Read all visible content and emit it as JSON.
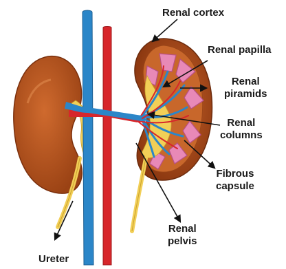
{
  "labels": {
    "renal_cortex": "Renal cortex",
    "renal_papilla": "Renal papilla",
    "renal_pyramids": [
      "Renal",
      "piramids"
    ],
    "renal_columns": [
      "Renal",
      "columns"
    ],
    "fibrous_capsule": [
      "Fibrous",
      "capsule"
    ],
    "renal_pelvis": [
      "Renal",
      "pelvis"
    ],
    "ureter": "Ureter"
  },
  "colors": {
    "kidney_outer": "#b5511c",
    "kidney_dark": "#8a3510",
    "cortex": "#c96a2a",
    "pyramid": "#e889b7",
    "pyramid_edge": "#b84f86",
    "fat": "#f2cf57",
    "artery": "#d7262b",
    "vein": "#2b86c8",
    "arrow": "#111111"
  }
}
